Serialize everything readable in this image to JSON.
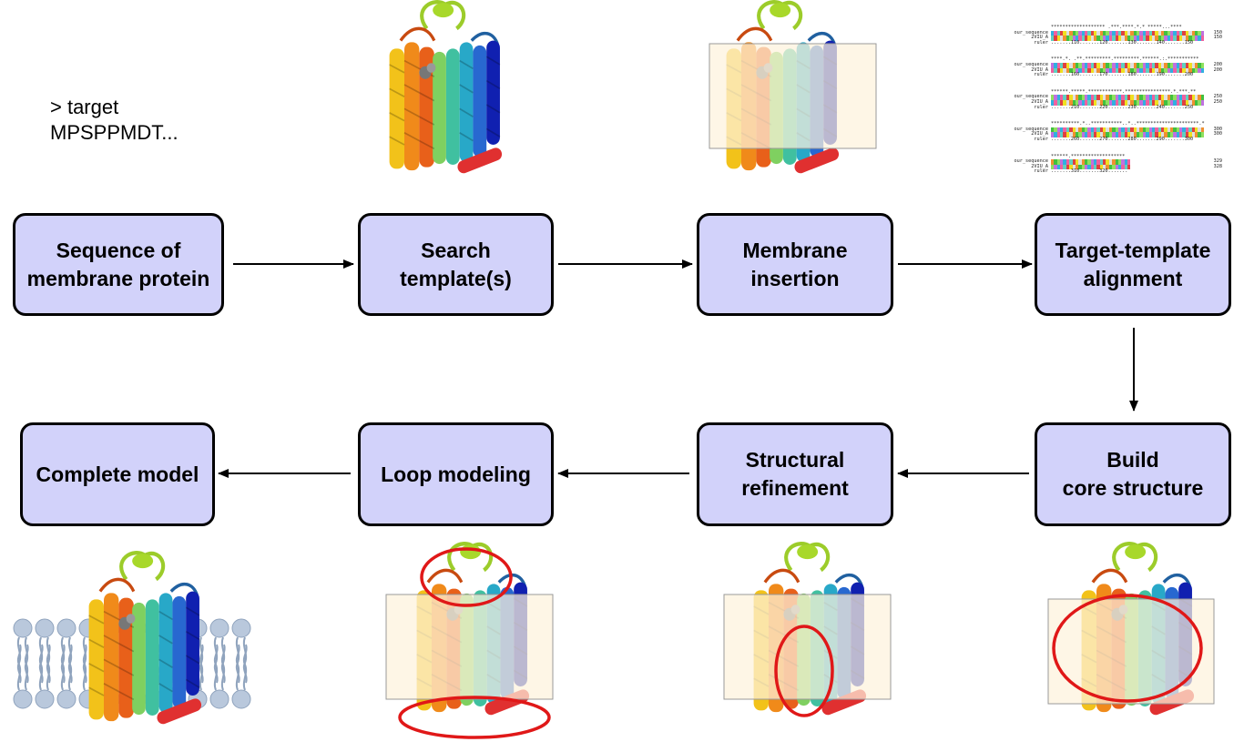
{
  "sequence_text": {
    "header": "> target",
    "residues": "MPSPPMDT..."
  },
  "nodes": {
    "sequence": "Sequence of\nmembrane protein",
    "search": "Search\ntemplate(s)",
    "membrane": "Membrane\ninsertion",
    "alignment": "Target-template\nalignment",
    "build": "Build\ncore structure",
    "refinement": "Structural\nrefinement",
    "loop": "Loop modeling",
    "complete": "Complete model"
  },
  "alignment_snippet": {
    "blocks": [
      {
        "stars": "*******************  .***.****.*.*  *****...****",
        "rows": [
          {
            "label": "our_sequence",
            "end": "150"
          },
          {
            "label": "2VIU_A",
            "end": "150"
          },
          {
            "label": "ruler",
            "ticks": ".......110.......120.......130.......140.......150"
          }
        ]
      },
      {
        "stars": "****.*.  .**.*********.*********.******.:.***********",
        "rows": [
          {
            "label": "our_sequence",
            "end": "200"
          },
          {
            "label": "2VIU_A",
            "end": "200"
          },
          {
            "label": "ruler",
            "ticks": ".......160.......170.......180.......190.......200"
          }
        ]
      },
      {
        "stars": "******.*****.************.****************.*.***.**",
        "rows": [
          {
            "label": "our_sequence",
            "end": "250"
          },
          {
            "label": "2VIU_A",
            "end": "250"
          },
          {
            "label": "ruler",
            "ticks": ".......210.......220.......230.......240.......250"
          }
        ]
      },
      {
        "stars": "**********.*..***********..*..**********************.*",
        "rows": [
          {
            "label": "our_sequence",
            "end": "300"
          },
          {
            "label": "2VIU_A",
            "end": "300"
          },
          {
            "label": "ruler",
            "ticks": ".......260.......270.......280.......290.......300"
          }
        ]
      },
      {
        "stars": "******.*******************",
        "rows": [
          {
            "label": "our_sequence",
            "end": "329"
          },
          {
            "label": "2VIU_A",
            "end": "328"
          },
          {
            "label": "ruler",
            "ticks": ".......310.......320......."
          }
        ]
      }
    ]
  },
  "colors": {
    "node_fill": "#d2d2fa",
    "node_border": "#000000",
    "membrane_slab": "#fdf3dc",
    "highlight_ellipse": "#e01818",
    "lipid_head": "#b9c8dc"
  },
  "icons": {
    "protein": "protein-helix-bundle-icon",
    "lipid": "lipid-bilayer-icon"
  }
}
